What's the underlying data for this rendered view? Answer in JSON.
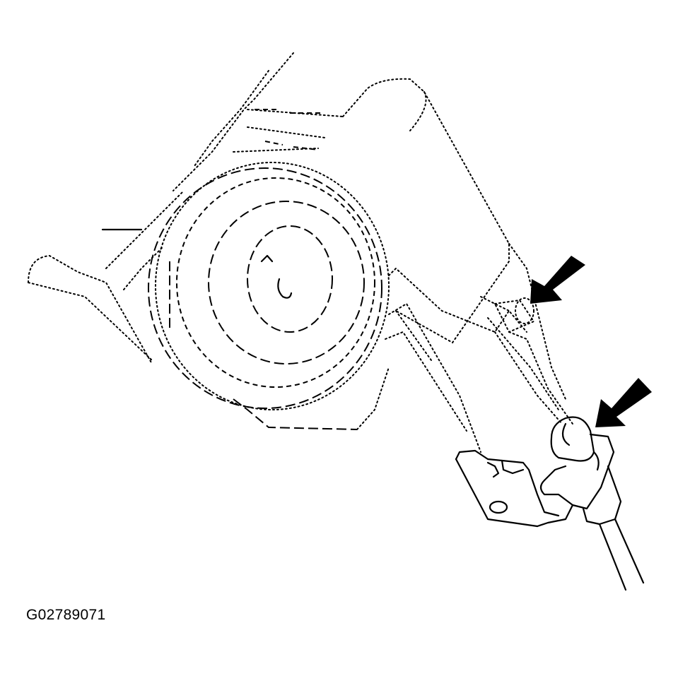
{
  "figure": {
    "id_label": "G02789071",
    "callouts": [
      {
        "name": "upper-fastener-arrow"
      },
      {
        "name": "lower-fastener-arrow"
      }
    ]
  }
}
